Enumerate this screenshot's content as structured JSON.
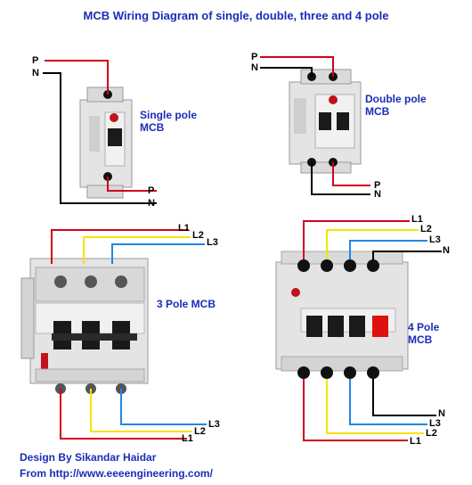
{
  "title": "MCB Wiring Diagram of single, double, three and 4 pole",
  "labels": {
    "single_pole": [
      "Single pole",
      "MCB"
    ],
    "double_pole": [
      "Double pole",
      "MCB"
    ],
    "three_pole": "3 Pole MCB",
    "four_pole": [
      "4 Pole",
      "MCB"
    ]
  },
  "wire_labels": {
    "p": "P",
    "n": "N",
    "l1": "L1",
    "l2": "L2",
    "l3": "L3"
  },
  "credits": {
    "design": "Design By Sikandar Haidar",
    "source": "From http://www.eeeengineering.com/"
  },
  "colors": {
    "text": "#1a2db8",
    "phase_red": "#d0021b",
    "phase_yellow": "#f5e400",
    "phase_blue": "#1e88e5",
    "neutral": "#000000",
    "breaker_body": "#e4e4e4",
    "toggle": "#1a1a1a",
    "brand_red": "#c0141a",
    "neutral_toggle_red": "#e01010"
  }
}
